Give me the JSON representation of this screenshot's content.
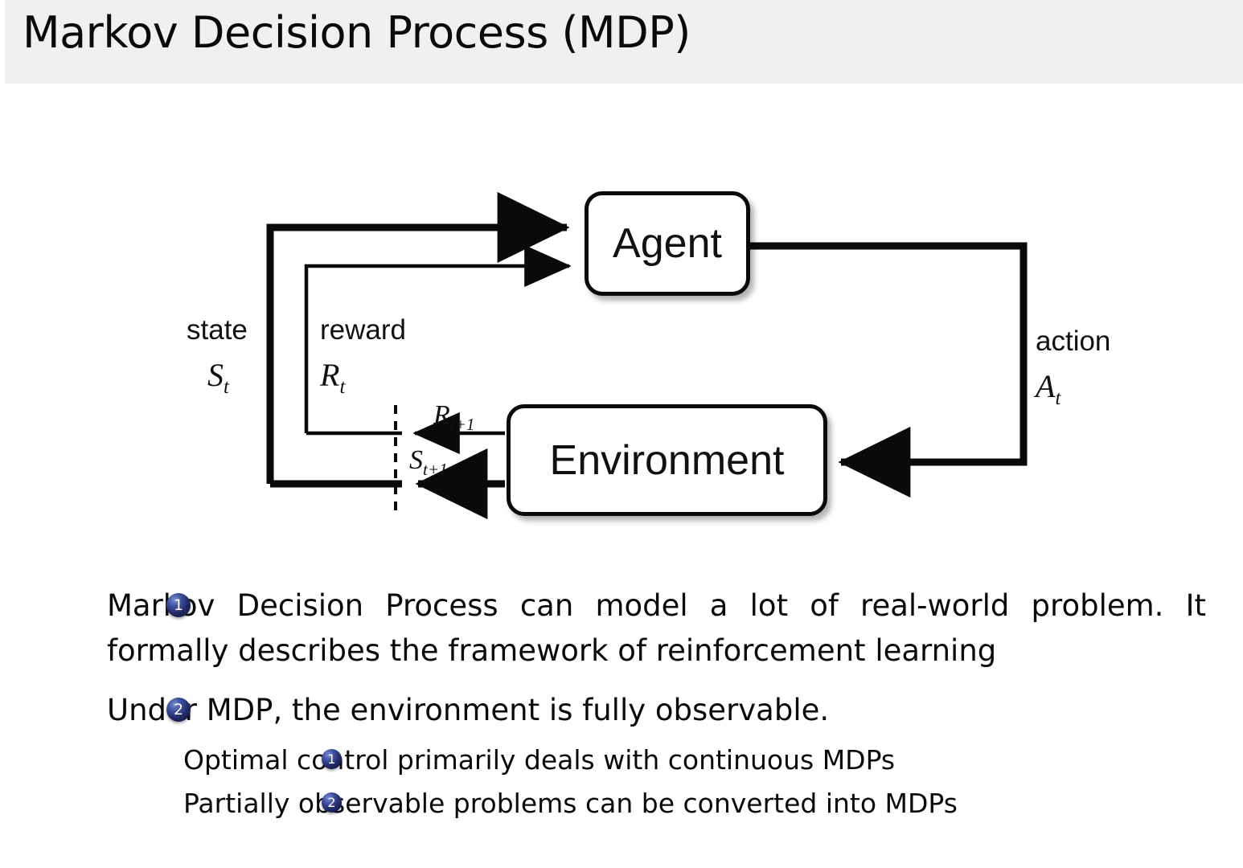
{
  "slide": {
    "title": "Markov Decision Process (MDP)",
    "header_bg": "#f0f0f0",
    "background": "#ffffff",
    "accent": "#2a3480"
  },
  "diagram": {
    "nodes": [
      {
        "id": "agent",
        "label": "Agent"
      },
      {
        "id": "environment",
        "label": "Environment"
      }
    ],
    "labels": {
      "state_word": "state",
      "state_symbol": "S",
      "state_symbol_sub": "t",
      "reward_word": "reward",
      "reward_symbol": "R",
      "reward_symbol_sub": "t",
      "action_word": "action",
      "action_symbol": "A",
      "action_symbol_sub": "t",
      "reward_next_symbol": "R",
      "reward_next_sub": "t+1",
      "state_next_symbol": "S",
      "state_next_sub": "t+1"
    },
    "stroke_color": "#0a0a0a"
  },
  "bullets": [
    {
      "number": "1",
      "level": 1,
      "text": "Markov Decision Process can model a lot of real-world problem. It formally describes the framework of reinforcement learning"
    },
    {
      "number": "2",
      "level": 1,
      "text": "Under MDP, the environment is fully observable."
    },
    {
      "number": "1",
      "level": 2,
      "text": "Optimal control primarily deals with continuous MDPs"
    },
    {
      "number": "2",
      "level": 2,
      "text": "Partially observable problems can be converted into MDPs"
    }
  ]
}
